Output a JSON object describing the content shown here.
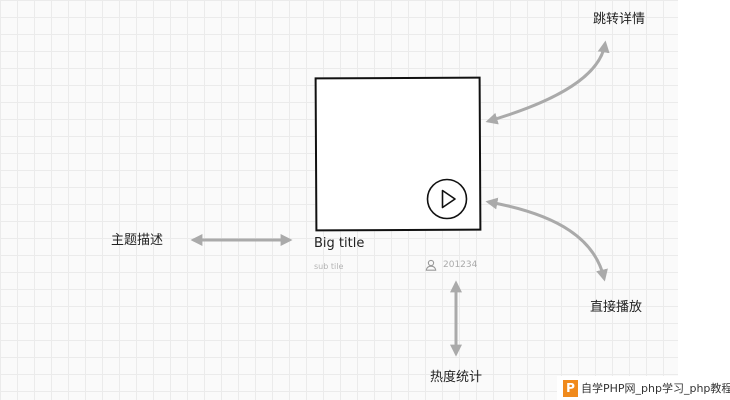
{
  "card": {
    "title": "Big title",
    "subtitle": "sub tile",
    "count": "201234",
    "play_icon": "play-circle-icon",
    "user_icon": "user-icon"
  },
  "annotations": {
    "detail": "跳转详情",
    "description": "主题描述",
    "play": "直接播放",
    "heat": "热度统计"
  },
  "watermark": {
    "logo": "P",
    "text": "自学PHP网_php学习_php教程"
  },
  "colors": {
    "arrow": "#aaaaaa",
    "grid": "#ebebeb",
    "outline": "#111111",
    "watermark_logo": "#f08a1c"
  }
}
